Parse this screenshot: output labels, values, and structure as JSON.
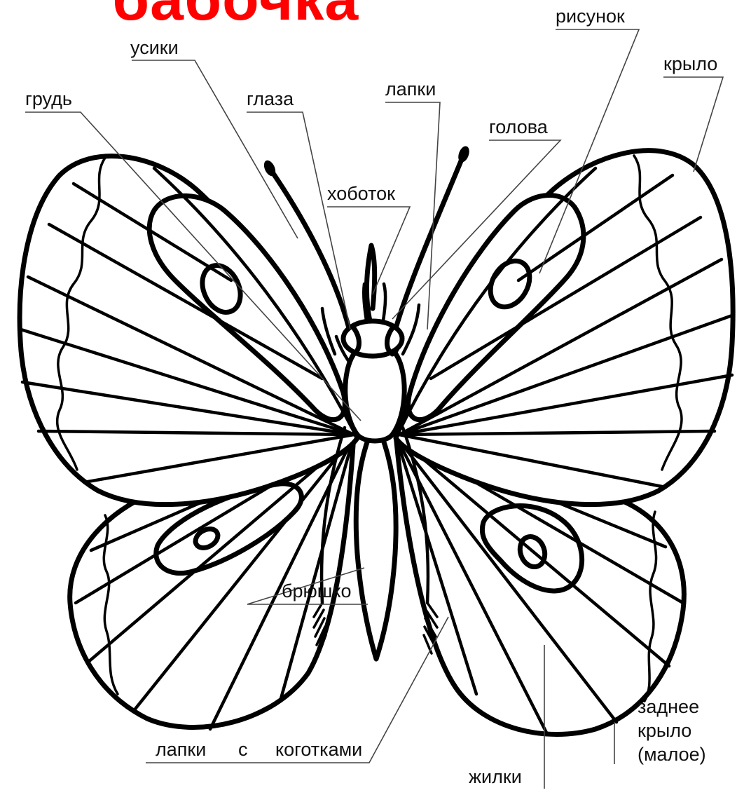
{
  "title": "бабочка",
  "labels": {
    "antennae": "усики",
    "thorax": "грудь",
    "eyes": "глаза",
    "legs": "лапки",
    "head": "голова",
    "proboscis": "хоботок",
    "pattern": "рисунок",
    "wing": "крыло",
    "abdomen": "брюшко",
    "legs_with_claws_1": "лапки",
    "legs_with_claws_2": "с",
    "legs_with_claws_3": "коготками",
    "veins": "жилки",
    "hind_wing_line1": "заднее",
    "hind_wing_line2": "крыло",
    "hind_wing_line3": "(малое)"
  },
  "colors": {
    "title": "#ff0000",
    "outline": "#000000",
    "label_text": "#111111",
    "leader_lines": "#444444",
    "background": "#ffffff"
  }
}
